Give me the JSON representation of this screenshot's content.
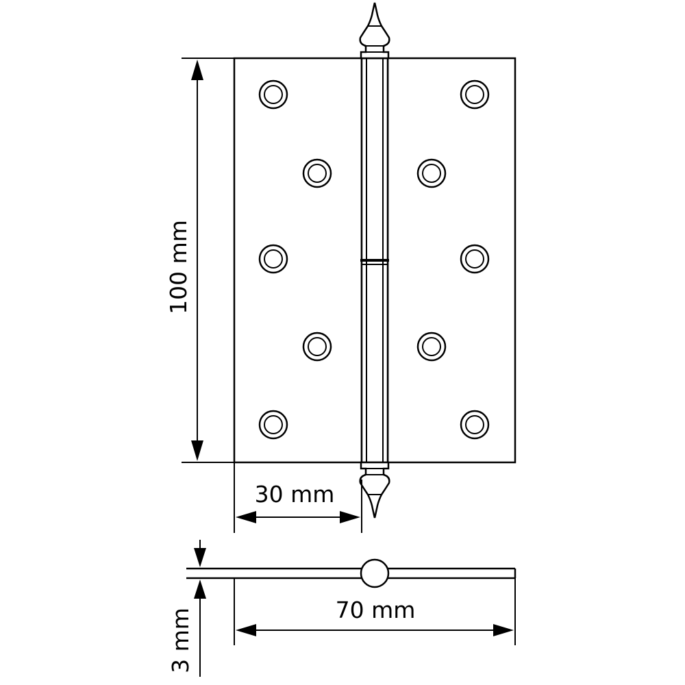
{
  "dimensions": {
    "height_label": "100 mm",
    "leaf_width_label": "30 mm",
    "total_width_label": "70 mm",
    "thickness_label": "3 mm"
  },
  "hinge": {
    "screw_holes_per_leaf": 5
  }
}
